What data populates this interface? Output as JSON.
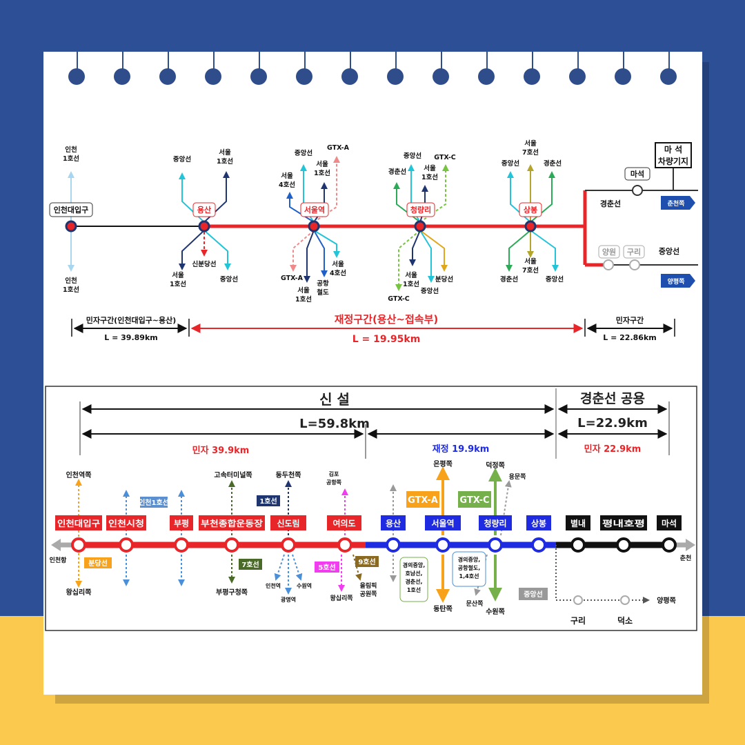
{
  "colors": {
    "bg_blue": "#2d4f95",
    "bg_yellow": "#fcc94f",
    "red": "#e8262a",
    "blue": "#1f2be0",
    "black": "#111111",
    "cyan": "#22c4d8",
    "navy": "#1e3570",
    "green": "#2daa58",
    "gold": "#e0a71a",
    "pink": "#f08a8a",
    "olive": "#b5a52a",
    "orange": "#f7a21a",
    "magenta": "#f23cf0"
  },
  "top": {
    "stations": {
      "incheon": "인천대입구",
      "yongsan": "용산",
      "seoul": "서울역",
      "cheongnyangni": "청량리",
      "sangbong": "상봉",
      "maseok": "마석",
      "depot_1": "마  석",
      "depot_2": "차량기지",
      "yangwon": "양원",
      "guri": "구리"
    },
    "lines": {
      "gyeongchun": "경춘선",
      "jungang": "중앙선",
      "to_chuncheon": "춘천쪽",
      "to_yangpyeong": "양평쪽",
      "incheon_up_1": "인천",
      "incheon_up_2": "1호선",
      "incheon_dn_1": "인천",
      "incheon_dn_2": "1호선",
      "ys_jungang_up": "중앙선",
      "ys_s1_1": "서울",
      "ys_s1_2": "1호선",
      "ys_s1b_1": "서울",
      "ys_s1b_2": "1호선",
      "ys_sinbundang": "신분당선",
      "ys_jungang_dn": "중앙선",
      "sl_jungang": "중앙선",
      "sl_s4_1": "서울",
      "sl_s4_2": "4호선",
      "sl_s1_1": "서울",
      "sl_s1_2": "1호선",
      "sl_gtxa_up": "GTX-A",
      "sl_gtxa_dn": "GTX-A",
      "sl_s1b_1": "서울",
      "sl_s1b_2": "1호선",
      "sl_air_1": "공항",
      "sl_air_2": "철도",
      "sl_s4b_1": "서울",
      "sl_s4b_2": "4호선",
      "cn_jungang": "중앙선",
      "cn_gtxc_up": "GTX-C",
      "cn_gyeongchun": "경춘선",
      "cn_s1_1": "서울",
      "cn_s1_2": "1호선",
      "cn_gtxc_dn": "GTX-C",
      "cn_s1b_1": "서울",
      "cn_s1b_2": "1호선",
      "cn_jungang_dn": "중앙선",
      "cn_bundang": "분당선",
      "sb_s7_1": "서울",
      "sb_s7_2": "7호선",
      "sb_jungang": "중앙선",
      "sb_gyeongchun": "경춘선",
      "sb_gyeongchun_dn": "경춘선",
      "sb_s7b_1": "서울",
      "sb_s7b_2": "7호선",
      "sb_jungang_dn": "중앙선"
    },
    "sections": {
      "private1_title": "민자구간(인천대입구~용산)",
      "private1_len": "L = 39.89km",
      "fiscal_title": "재정구간(용산~접속부)",
      "fiscal_len": "L = 19.95km",
      "private2_title": "민자구간",
      "private2_len": "L = 22.86km"
    }
  },
  "bottom": {
    "header": {
      "new_line": "신 설",
      "shared": "경춘선 공용",
      "new_len": "L=59.8km",
      "shared_len": "L=22.9km",
      "private1": "민자 39.9km",
      "fiscal": "재정 19.9km",
      "private2": "민자 22.9km"
    },
    "stations": [
      "인천대입구",
      "인천시청",
      "부평",
      "부천종합운동장",
      "신도림",
      "여의도",
      "용산",
      "서울역",
      "청량리",
      "상봉",
      "별내",
      "평내호평",
      "마석"
    ],
    "labels": {
      "incheon_stn_dir": "인천역쪽",
      "incheon1": "인천1호선",
      "gimpo_1": "김포",
      "gimpo_2": "공항쪽",
      "terminal": "고속터미널쪽",
      "dongducheon": "동두천쪽",
      "line1": "1호선",
      "gtx_a": "GTX-A",
      "gtx_c": "GTX-C",
      "euncheong": "은평쪽",
      "deokjeong": "덕정쪽",
      "yongmun": "용문쪽",
      "incheon_port": "인천항",
      "bundang": "분당선",
      "wangsimni": "왕십리쪽",
      "line7": "7호선",
      "bupyeong_gucheong": "부평구청쪽",
      "incheon_stn_small": "인천역",
      "suwon_small": "수원역",
      "gwangmyeong": "광명역",
      "line5": "5호선",
      "line9": "9호선",
      "wangsimni2": "왕십리쪽",
      "olympic_1": "올림픽",
      "olympic_2": "공원쪽",
      "ys_box_1": "경의중앙,",
      "ys_box_2": "호남선,",
      "ys_box_3": "경춘선,",
      "ys_box_4": "1호선",
      "sl_box_1": "경의중앙,",
      "sl_box_2": "공항철도,",
      "sl_box_3": "1,4호선",
      "dongtan": "동탄쪽",
      "munsan": "문산쪽",
      "suwon": "수원쪽",
      "jungang": "중앙선",
      "guri": "구리",
      "deokso": "덕소",
      "yangpyeong": "양평쪽",
      "chuncheon": "춘천"
    }
  }
}
